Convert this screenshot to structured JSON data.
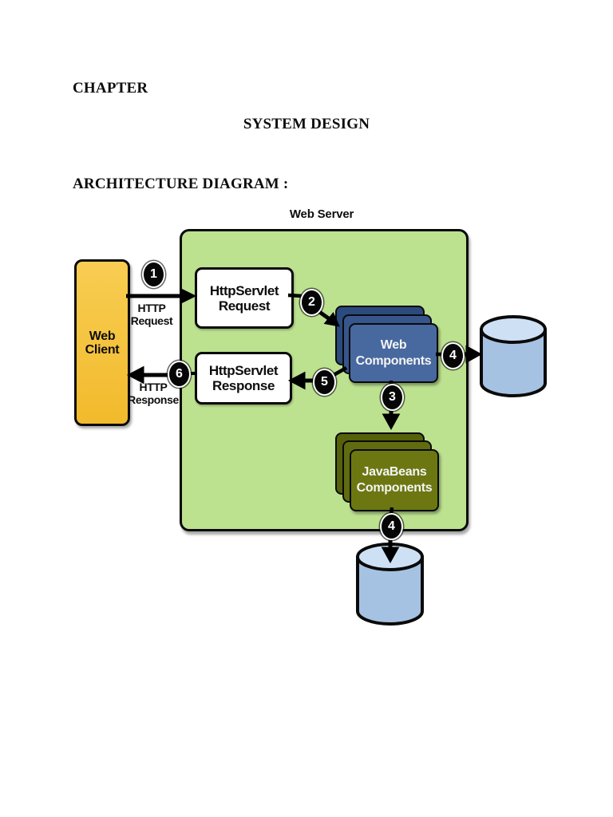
{
  "page": {
    "chapter_label": "CHAPTER",
    "title": "SYSTEM DESIGN",
    "section_label": "ARCHITECTURE DIAGRAM :"
  },
  "diagram": {
    "server_label": "Web Server",
    "client": {
      "line1": "Web",
      "line2": "Client"
    },
    "request_box": {
      "line1": "HttpServlet",
      "line2": "Request"
    },
    "response_box": {
      "line1": "HttpServlet",
      "line2": "Response"
    },
    "web_components": {
      "line1": "Web",
      "line2": "Components"
    },
    "javabeans": {
      "line1": "JavaBeans",
      "line2": "Components"
    },
    "http_request_label": {
      "line1": "HTTP",
      "line2": "Request"
    },
    "http_response_label": {
      "line1": "HTTP",
      "line2": "Response"
    },
    "steps": {
      "s1": "1",
      "s2": "2",
      "s3": "3",
      "s4_db": "4",
      "s5": "5",
      "s6": "6",
      "s4_beans": "4"
    },
    "colors": {
      "server_fill": "#bce18f",
      "client_fill": "#f5c33c",
      "web_components_fill": "#48699f",
      "javabeans_fill": "#6c7712",
      "database_body_fill": "#a6c2e2",
      "database_top_fill": "#cee0f4",
      "step_badge_fill": "#060606",
      "arrow_color": "#000000"
    }
  }
}
